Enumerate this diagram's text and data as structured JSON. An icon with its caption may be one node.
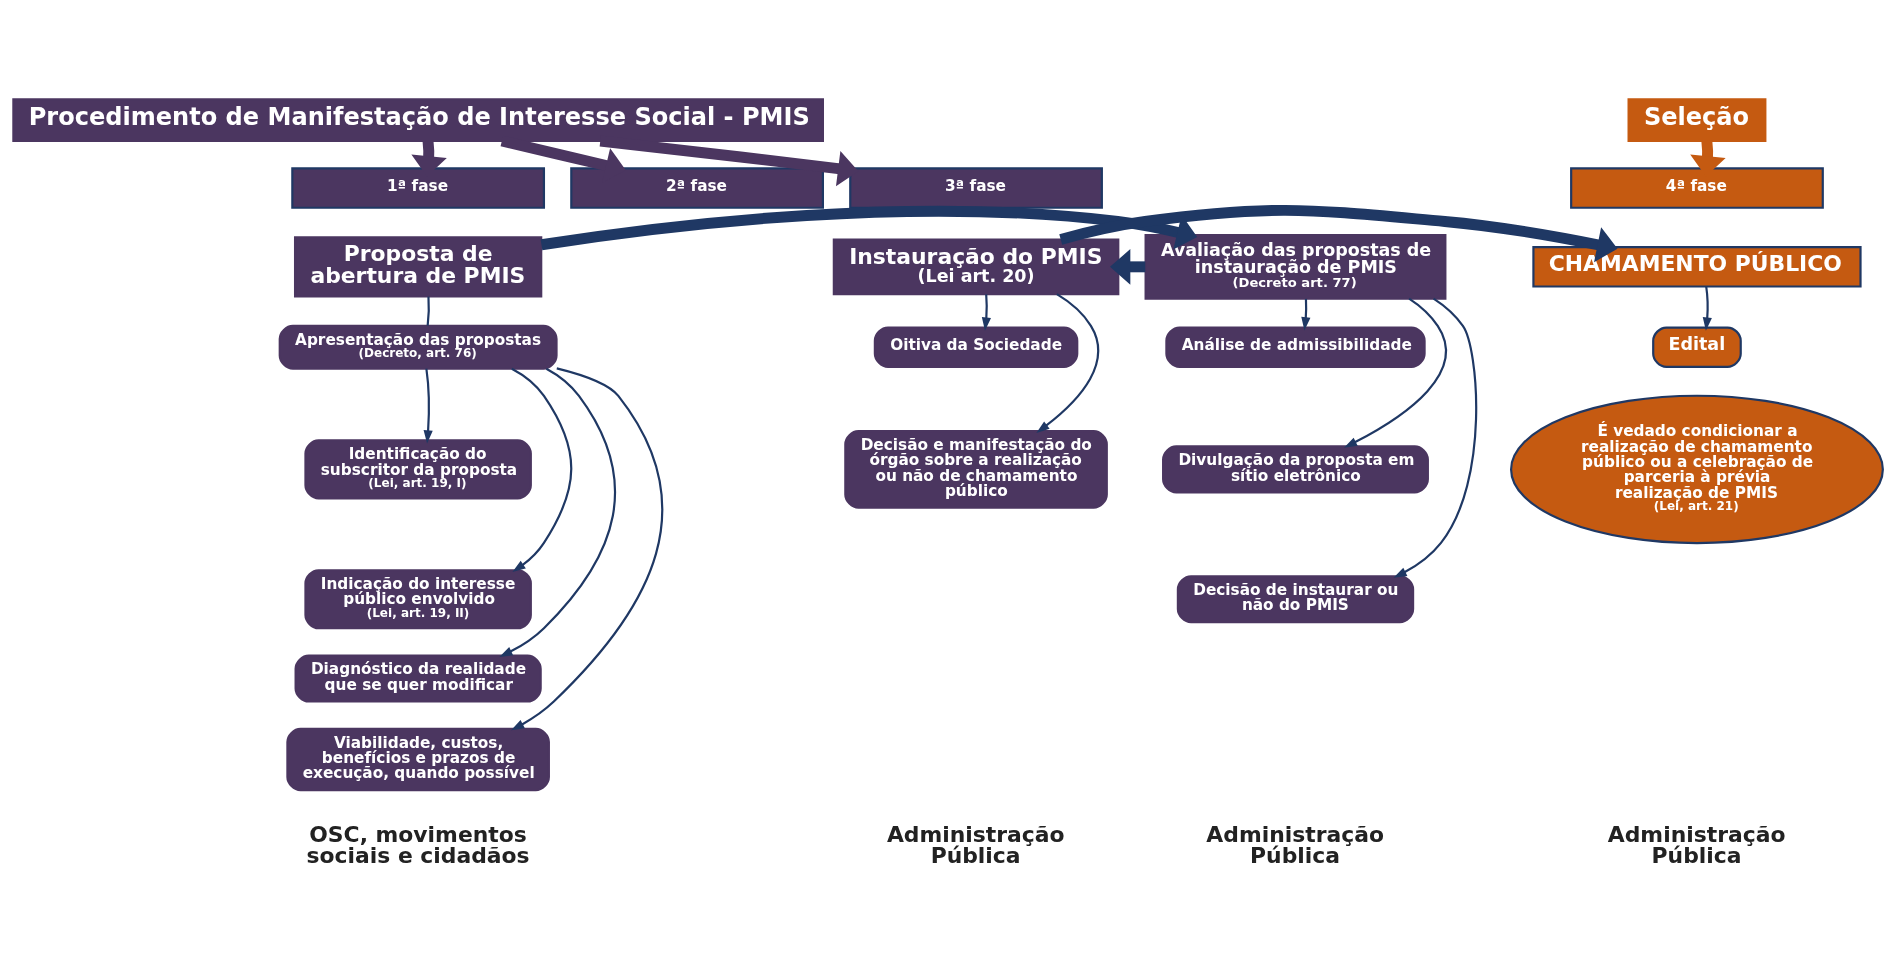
{
  "diagram": {
    "nodes": [
      {
        "text": [
          "Procedimento de Manifestação de Interesse Social - PMIS"
        ]
      },
      {
        "text": [
          "Seleção"
        ]
      },
      {
        "text": [
          "1ª fase"
        ]
      },
      {
        "text": [
          "2ª fase"
        ]
      },
      {
        "text": [
          "3ª fase"
        ]
      },
      {
        "text": [
          "4ª fase"
        ]
      },
      {
        "text": [
          "Proposta de abertura de PMIS"
        ]
      },
      {
        "text": [
          "Apresentação das propostas",
          "(Decreto, art. 76)"
        ]
      },
      {
        "text": [
          "Identificação do subscritor da proposta",
          "(Lei, art. 19, I)"
        ]
      },
      {
        "text": [
          "Indicação do interesse público envolvido",
          "(Lei, art. 19, II)"
        ]
      },
      {
        "text": [
          "Diagnóstico da realidade que se quer modificar"
        ]
      },
      {
        "text": [
          "Viabilidade, custos, benefícios e prazos de execução, quando possível"
        ]
      },
      {
        "text": [
          "Avaliação das propostas de instauração de PMIS",
          "(Decreto art. 77)"
        ]
      },
      {
        "text": [
          "Análise de admissibilidade"
        ]
      },
      {
        "text": [
          "Divulgação da proposta em sítio eletrônico"
        ]
      },
      {
        "text": [
          "Decisão de instaurar ou não do PMIS"
        ]
      },
      {
        "text": [
          "Instauração do PMIS",
          "(Lei art. 20)"
        ]
      },
      {
        "text": [
          "Oitiva da Sociedade"
        ]
      },
      {
        "text": [
          "Decisão e manifestação do órgão sobre a realização ou não de chamamento público"
        ]
      },
      {
        "text": [
          "CHAMAMENTO PÚBLICO"
        ]
      },
      {
        "text": [
          "Edital"
        ]
      },
      {
        "text": [
          "É vedado condicionar a realização de chamamento público ou a celebração de parceria à prévia realização de PMIS",
          "(Lei, art. 21)"
        ]
      }
    ],
    "edges": [
      {
        "from": 0,
        "to": 2,
        "arrow": "to",
        "style": "thick",
        "color": "#4b3660"
      },
      {
        "from": 0,
        "to": 3,
        "arrow": "to",
        "style": "thick",
        "color": "#4b3660"
      },
      {
        "from": 0,
        "to": 4,
        "arrow": "to",
        "style": "thick",
        "color": "#4b3660"
      },
      {
        "from": 1,
        "to": 5,
        "arrow": "to",
        "style": "thick",
        "color": "#c55a11"
      },
      {
        "from": 6,
        "to": 12,
        "arrow": "to",
        "style": "thick"
      },
      {
        "from": 12,
        "to": 16,
        "arrow": "to",
        "style": "thick"
      },
      {
        "from": 16,
        "to": 19,
        "arrow": "to",
        "style": "thick"
      },
      {
        "from": 6,
        "to": 7,
        "arrow": "none"
      },
      {
        "from": 7,
        "to": 8,
        "arrow": "to"
      },
      {
        "from": 7,
        "to": 9,
        "arrow": "to"
      },
      {
        "from": 7,
        "to": 10,
        "arrow": "to"
      },
      {
        "from": 7,
        "to": 11,
        "arrow": "to"
      },
      {
        "from": 12,
        "to": 13,
        "arrow": "to"
      },
      {
        "from": 12,
        "to": 14,
        "arrow": "to"
      },
      {
        "from": 12,
        "to": 15,
        "arrow": "to"
      },
      {
        "from": 16,
        "to": 17,
        "arrow": "to"
      },
      {
        "from": 16,
        "to": 18,
        "arrow": "to"
      },
      {
        "from": 19,
        "to": 20,
        "arrow": "to"
      }
    ],
    "labels": [
      "OSC, movimentos sociais e cidadãos",
      "Administração Pública",
      "Administração Pública",
      "Administração Pública"
    ]
  }
}
